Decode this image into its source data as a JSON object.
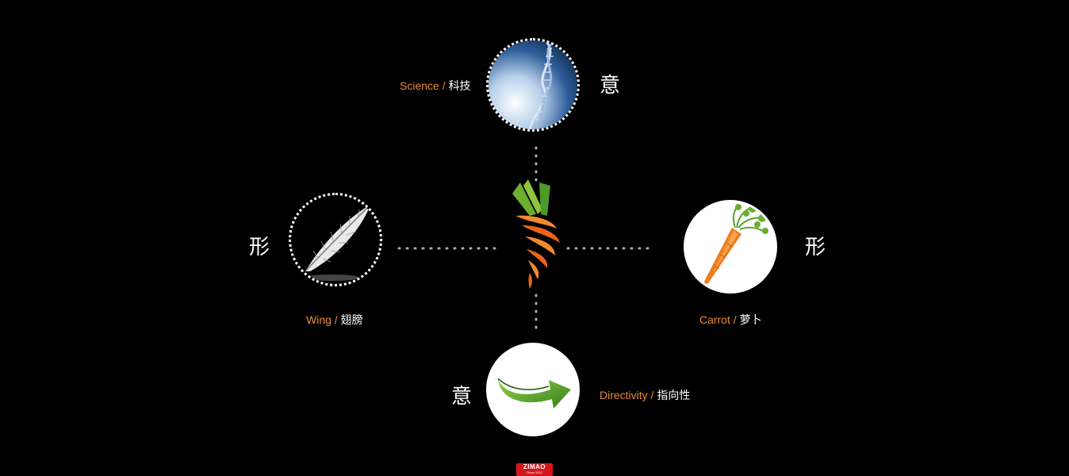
{
  "nodes": {
    "science": {
      "en": "Science / ",
      "zh": "科技",
      "icon": "dna-icon"
    },
    "wing": {
      "en": "Wing / ",
      "zh": "翅膀",
      "icon": "feather-icon"
    },
    "carrot": {
      "en": "Carrot / ",
      "zh": "萝卜",
      "icon": "carrot-icon"
    },
    "directivity": {
      "en": "Directivity / ",
      "zh": "指向性",
      "icon": "curved-arrow-icon"
    }
  },
  "markers": {
    "top": "意",
    "bottom": "意",
    "left": "形",
    "right": "形"
  },
  "badge": {
    "name": "ZIMAO",
    "since": "Since 2012"
  },
  "colors": {
    "background": "#000000",
    "accent": "#e88a32",
    "carrot_orange": "#e8641e",
    "leaf_green": "#6cae2d",
    "badge_red": "#d4171d"
  }
}
